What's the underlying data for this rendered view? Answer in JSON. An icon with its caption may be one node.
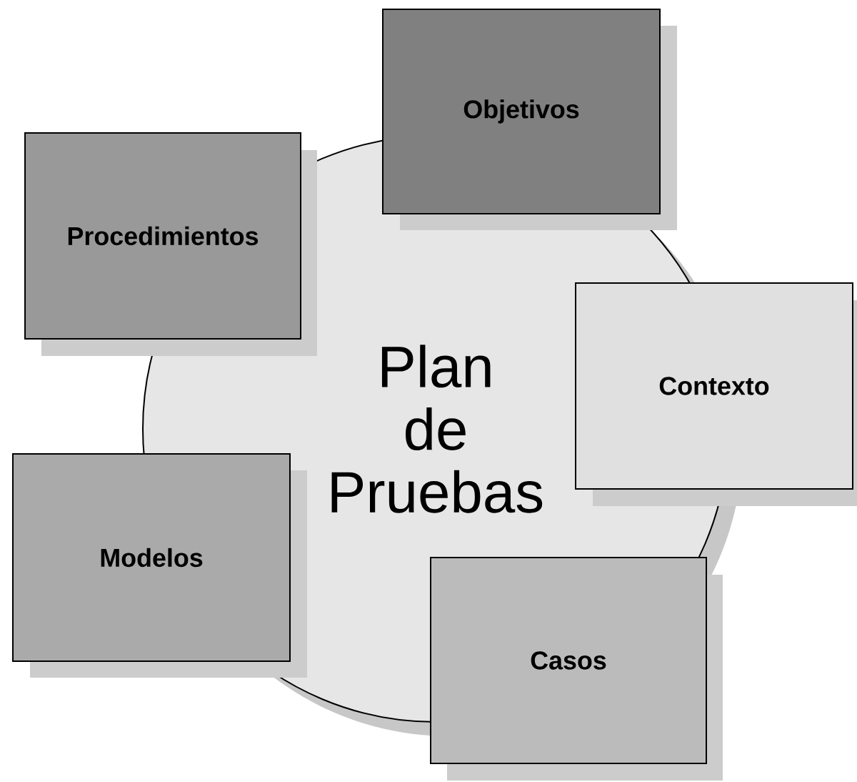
{
  "diagram": {
    "nodes": [
      {
        "text": [
          "Plan de Pruebas"
        ]
      },
      {
        "text": [
          "Objetivos"
        ]
      },
      {
        "text": [
          "Procedimientos"
        ]
      },
      {
        "text": [
          "Contexto"
        ]
      },
      {
        "text": [
          "Modelos"
        ]
      },
      {
        "text": [
          "Casos"
        ]
      }
    ]
  }
}
